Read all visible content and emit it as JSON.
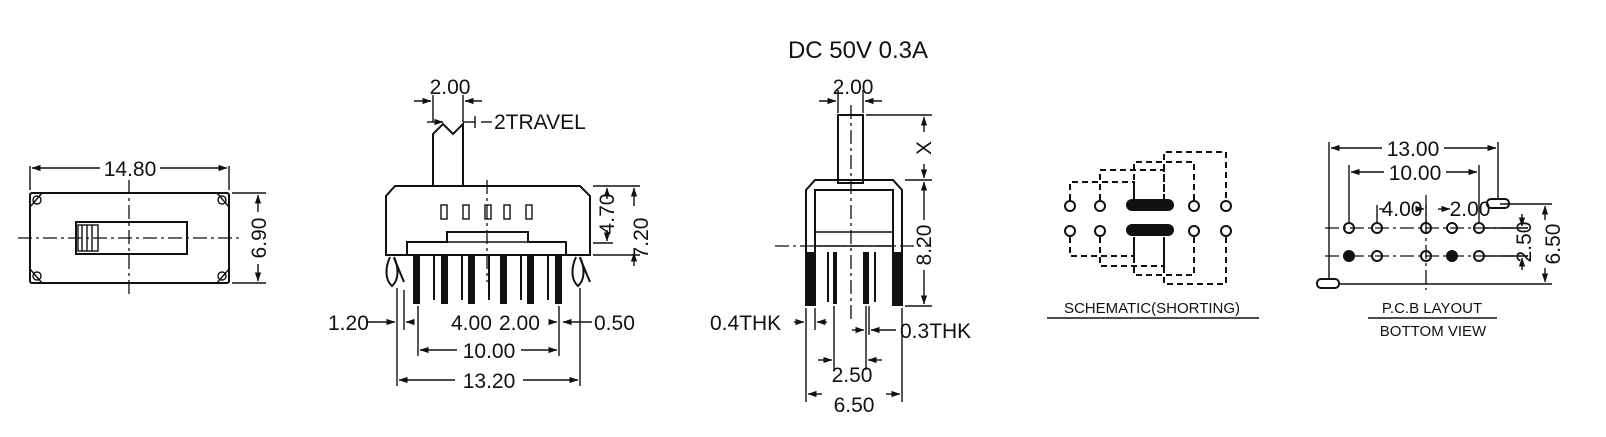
{
  "header": {
    "rating": "DC  50V  0.3A"
  },
  "top_view": {
    "width": "14.80",
    "height": "6.90"
  },
  "front_view": {
    "knob_width": "2.00",
    "travel": "2TRAVEL",
    "body_height": "4.70",
    "total_height": "7.20",
    "edge_offset": "1.20",
    "pin_pitch": "4.00",
    "pin_pitch_small": "2.00",
    "pin_width": "0.50",
    "pin_span": "10.00",
    "overall_width": "13.20"
  },
  "side_view": {
    "knob_width": "2.00",
    "knob_height": "X",
    "height": "8.20",
    "leg_thickness": "0.4THK",
    "pin_thickness": "0.3THK",
    "pin_spacing": "2.50",
    "width": "6.50"
  },
  "schematic": {
    "caption": "SCHEMATIC(SHORTING)"
  },
  "pcb_layout": {
    "overall": "13.00",
    "span": "10.00",
    "pitch": "4.00",
    "pitch_small": "2.00",
    "row_spacing": "2.50",
    "height": "6.50",
    "caption_line1": "P.C.B LAYOUT",
    "caption_line2": "BOTTOM VIEW"
  }
}
